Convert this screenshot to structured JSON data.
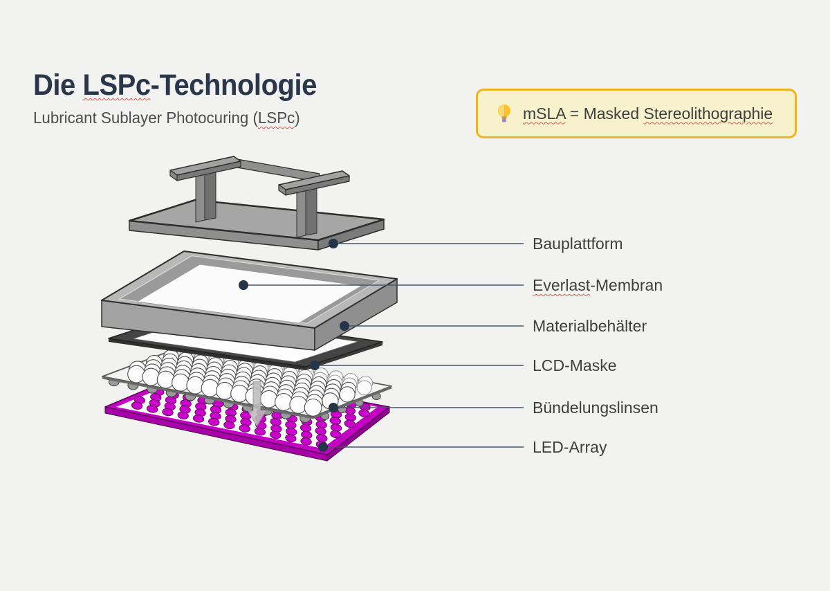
{
  "title": {
    "pre": "Die ",
    "marked": "LSPc",
    "post": "-Technologie"
  },
  "subtitle": {
    "pre": "Lubricant Sublayer Photocuring (",
    "marked": "LSPc",
    "post": ")"
  },
  "info_box": {
    "icon": "lightbulb",
    "term1": "mSLA",
    "separator": " = Masked ",
    "term2": "Stereolithographie"
  },
  "part_labels": [
    {
      "text": "Bauplattform"
    },
    {
      "marked": "Everlast",
      "rest": "-Membran"
    },
    {
      "text": "Materialbehälter"
    },
    {
      "text": "LCD-Maske"
    },
    {
      "text": "Bündelungslinsen"
    },
    {
      "text": "LED-Array"
    }
  ],
  "colors": {
    "background": "#f2f2f0",
    "title": "#2a3649",
    "text": "#3e3e3e",
    "squiggle": "#e8564e",
    "info_border": "#f1b31c",
    "info_bg": "#f8f2cc",
    "leader_line": "#44566b",
    "leader_dot": "#243548",
    "magenta": "#cc00cc",
    "magenta_side": "#a800a8",
    "metal_gray": "#a6a6a6",
    "lcd_frame": "#454545"
  }
}
